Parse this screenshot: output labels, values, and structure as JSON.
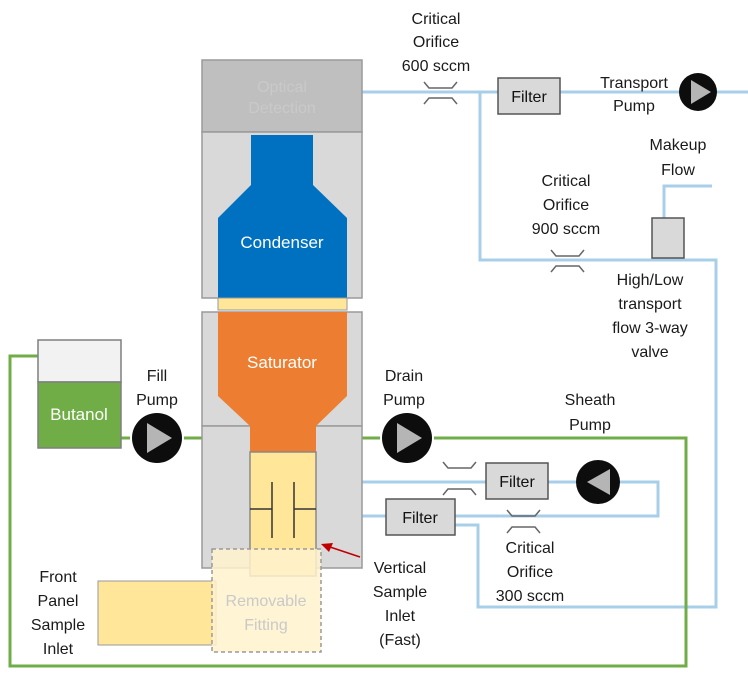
{
  "components": {
    "optical_detection": [
      "Optical",
      "Detection"
    ],
    "condenser": "Condenser",
    "saturator": "Saturator",
    "butanol": "Butanol",
    "removable_fitting": [
      "Removable",
      "Fitting"
    ],
    "filter_top": "Filter",
    "filter_mid": "Filter",
    "filter_bottom": "Filter"
  },
  "labels": {
    "critical_orifice_600": [
      "Critical",
      "Orifice",
      "600 sccm"
    ],
    "transport_pump": [
      "Transport",
      "Pump"
    ],
    "makeup_flow": [
      "Makeup",
      "Flow"
    ],
    "critical_orifice_900": [
      "Critical",
      "Orifice",
      "900 sccm"
    ],
    "valve": [
      "High/Low",
      "transport",
      "flow 3-way",
      "valve"
    ],
    "fill_pump": [
      "Fill",
      "Pump"
    ],
    "drain_pump": [
      "Drain",
      "Pump"
    ],
    "sheath_pump": [
      "Sheath",
      "Pump"
    ],
    "critical_orifice_300": [
      "Critical",
      "Orifice",
      "300 sccm"
    ],
    "vertical_sample_inlet": [
      "Vertical",
      "Sample",
      "Inlet",
      "(Fast)"
    ],
    "front_panel_sample_inlet": [
      "Front",
      "Panel",
      "Sample",
      "Inlet"
    ]
  },
  "colors": {
    "gray_body": "#d9d9d9",
    "gray_header": "#bfbfbf",
    "condenser": "#0070c0",
    "saturator": "#ed7d31",
    "wick": "#ffe699",
    "butanol": "#70ad47",
    "pump": "#0d0d0d",
    "pipe_blue": "#a9cfe8",
    "pipe_green": "#70ad47",
    "arrow_red": "#c00000"
  }
}
